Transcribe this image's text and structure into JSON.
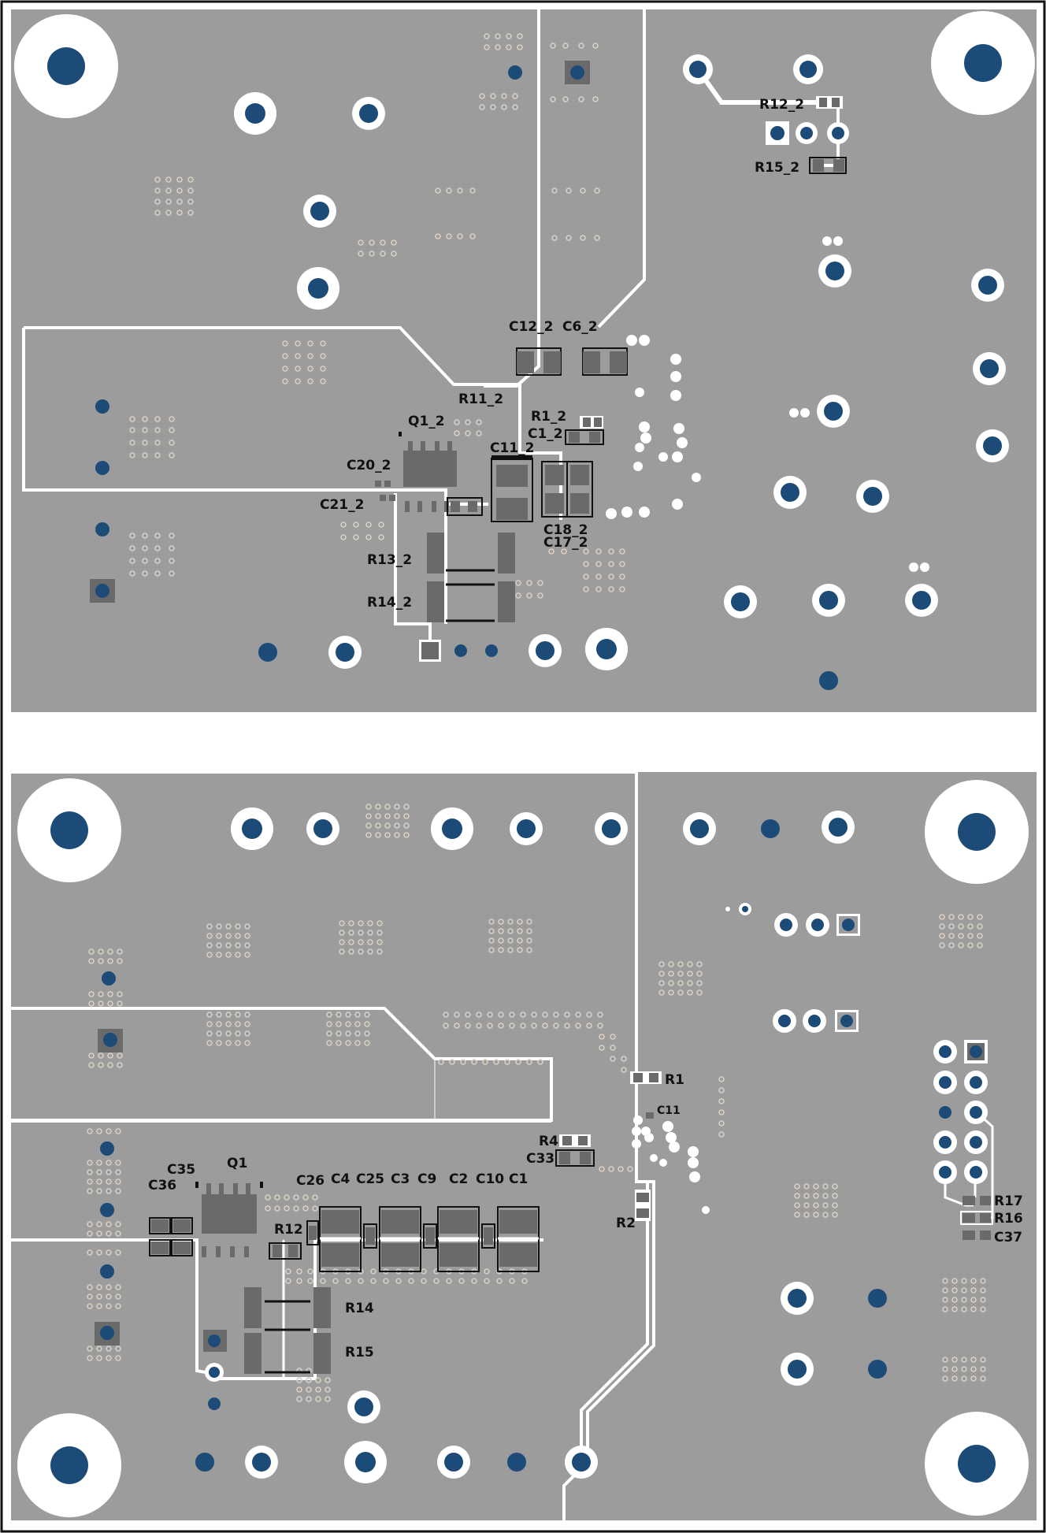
{
  "colors": {
    "copper": "#9c9c9c",
    "clearance": "#ffffff",
    "via_fill": "#1d4b78",
    "via_ring": "#ffffff",
    "pad": "#6a6a6a",
    "silk": "#111111",
    "stitch": "#d8cfc4",
    "frame": "#111111"
  },
  "top_board": {
    "labels": {
      "r12_2": "R12_2",
      "r15_2": "R15_2",
      "c12_2": "C12_2",
      "c6_2": "C6_2",
      "r11_2": "R11_2",
      "r1_2": "R1_2",
      "c1_2": "C1_2",
      "q1_2": "Q1_2",
      "c11_2": "C11_2",
      "c20_2": "C20_2",
      "c21_2": "C21_2",
      "c18_2": "C18_2",
      "c17_2": "C17_2",
      "r13_2": "R13_2",
      "r14_2": "R14_2"
    }
  },
  "bottom_board": {
    "labels": {
      "r1": "R1",
      "c11": "C11",
      "r4": "R4",
      "c33": "C33",
      "r2": "R2",
      "c35": "C35",
      "c36": "C36",
      "q1": "Q1",
      "c26": "C26",
      "c4": "C4",
      "c25": "C25",
      "c3": "C3",
      "c9": "C9",
      "c2": "C2",
      "c10": "C10",
      "c1": "C1",
      "r12": "R12",
      "r14": "R14",
      "r15": "R15",
      "r17": "R17",
      "r16": "R16",
      "c37": "C37"
    }
  }
}
